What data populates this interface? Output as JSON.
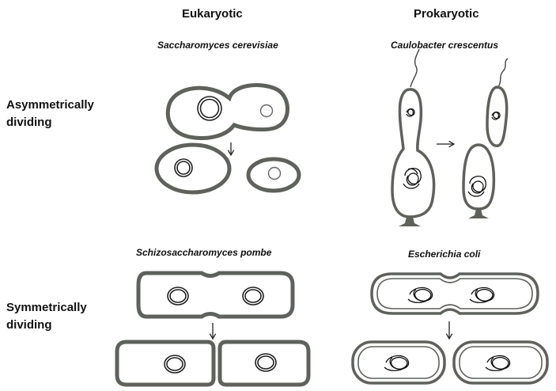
{
  "columns": {
    "eukaryotic": "Eukaryotic",
    "prokaryotic": "Prokaryotic"
  },
  "rows": {
    "asymmetric_line1": "Asymmetrically",
    "asymmetric_line2": "dividing",
    "symmetric_line1": "Symmetrically",
    "symmetric_line2": "dividing"
  },
  "species": {
    "s_cerevisiae": "Saccharomyces cerevisiae",
    "c_crescentus": "Caulobacter crescentus",
    "s_pombe": "Schizosaccharomyces pombe",
    "e_coli": "Escherichia coli"
  },
  "colors": {
    "cell_wall": "#5f615c",
    "text": "#111111",
    "background": "#ffffff"
  }
}
